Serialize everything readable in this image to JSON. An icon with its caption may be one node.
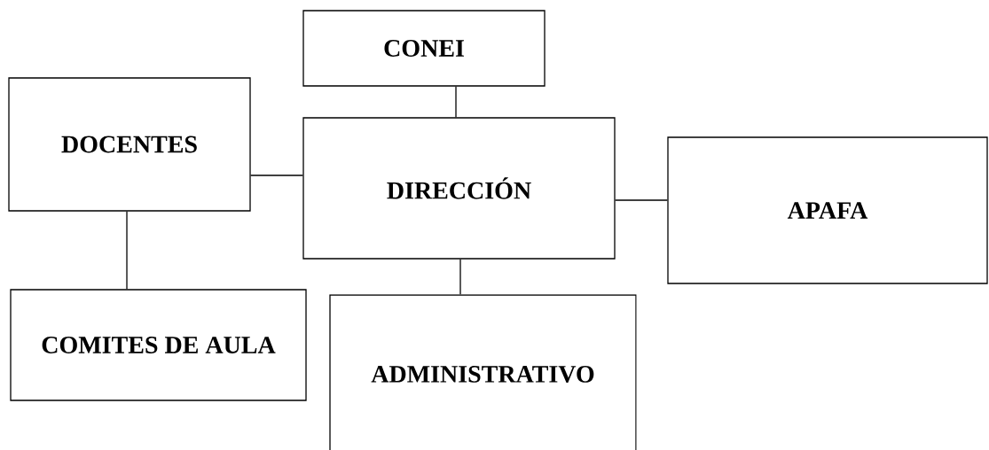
{
  "diagram": {
    "nodes": [
      {
        "text": [
          "CONEI"
        ]
      },
      {
        "text": [
          "DOCENTES"
        ]
      },
      {
        "text": [
          "DIRECCIÓN"
        ]
      },
      {
        "text": [
          "APAFA"
        ]
      },
      {
        "text": [
          "COMITES DE AULA"
        ]
      },
      {
        "text": [
          "ADMINISTRATIVO"
        ]
      }
    ],
    "edges": [
      {
        "from": 0,
        "to": 2,
        "arrow": "none"
      },
      {
        "from": 1,
        "to": 2,
        "arrow": "none"
      },
      {
        "from": 2,
        "to": 3,
        "arrow": "none"
      },
      {
        "from": 1,
        "to": 4,
        "arrow": "none"
      },
      {
        "from": 2,
        "to": 5,
        "arrow": "none"
      }
    ]
  }
}
